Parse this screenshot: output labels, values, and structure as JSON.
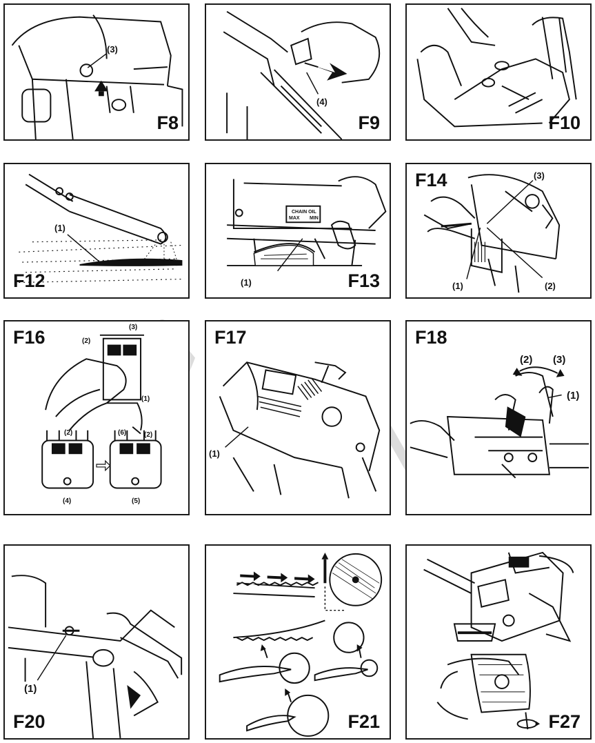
{
  "figures": [
    {
      "id": "F8",
      "label": "F8",
      "callouts": [
        "(3)"
      ]
    },
    {
      "id": "F9",
      "label": "F9",
      "callouts": [
        "(4)"
      ]
    },
    {
      "id": "F10",
      "label": "F10",
      "callouts": []
    },
    {
      "id": "F12",
      "label": "F12",
      "callouts": [
        "(1)"
      ]
    },
    {
      "id": "F13",
      "label": "F13",
      "callouts": [
        "(1)"
      ],
      "oil_label": {
        "line1": "CHAIN OIL",
        "line2_left": "MAX",
        "line2_right": "MIN"
      }
    },
    {
      "id": "F14",
      "label": "F14",
      "callouts": [
        "(1)",
        "(2)",
        "(3)"
      ]
    },
    {
      "id": "F16",
      "label": "F16",
      "callouts": [
        "(2)",
        "(3)",
        "(1)",
        "(2)",
        "(6)",
        "(2)",
        "(4)",
        "(5)"
      ]
    },
    {
      "id": "F17",
      "label": "F17",
      "callouts": [
        "(1)"
      ]
    },
    {
      "id": "F18",
      "label": "F18",
      "callouts": [
        "(2)",
        "(3)",
        "(1)"
      ]
    },
    {
      "id": "F20",
      "label": "F20",
      "callouts": [
        "(1)"
      ]
    },
    {
      "id": "F21",
      "label": "F21",
      "callouts": []
    },
    {
      "id": "F27",
      "label": "F27",
      "callouts": []
    }
  ],
  "colors": {
    "ink": "#111111",
    "border": "#1a1a1a",
    "watermark": "#d9d9d9"
  },
  "watermark_icon": "faint-logo-watermark"
}
